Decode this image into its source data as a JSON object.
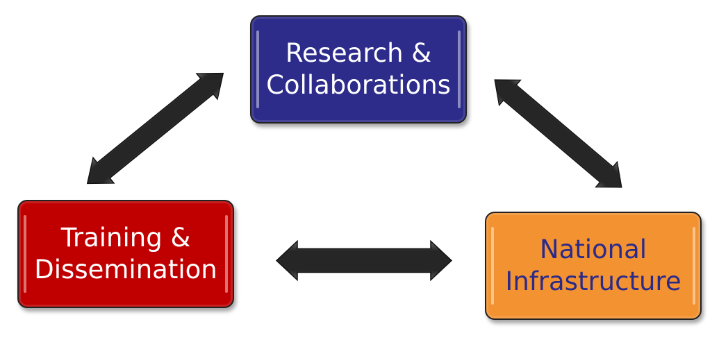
{
  "nodes": {
    "research": {
      "line1": "Research &",
      "line2": "Collaborations",
      "color": "#2d2c8a"
    },
    "training": {
      "line1": "Training &",
      "line2": "Dissemination",
      "color": "#c00000"
    },
    "national": {
      "line1": "National",
      "line2": "Infrastructure",
      "color": "#f39230"
    }
  },
  "connections": [
    {
      "from": "training",
      "to": "research",
      "type": "bidirectional"
    },
    {
      "from": "research",
      "to": "national",
      "type": "bidirectional"
    },
    {
      "from": "training",
      "to": "national",
      "type": "bidirectional"
    }
  ],
  "arrow_color": "#262626"
}
